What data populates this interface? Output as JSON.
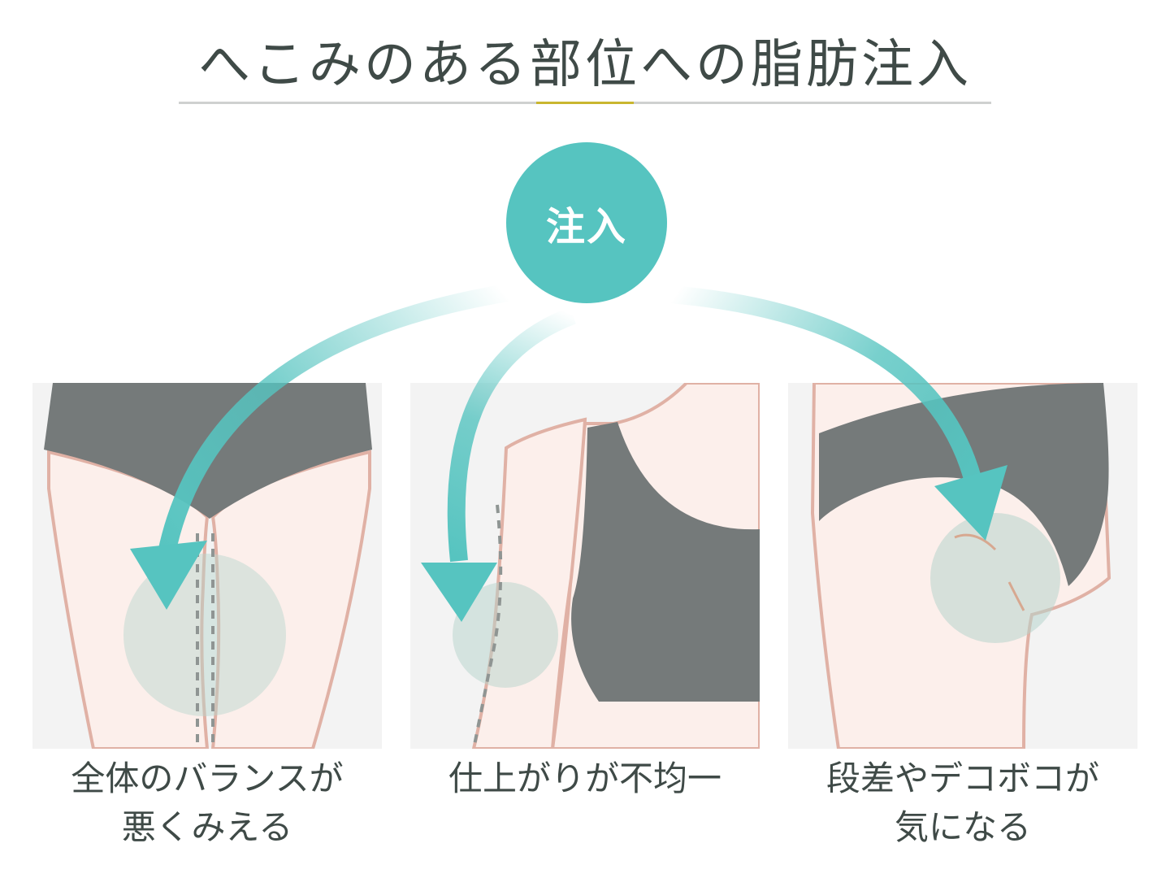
{
  "title": "へこみのある部位への脂肪注入",
  "inject": {
    "label": "注入"
  },
  "panels": [
    {
      "caption": [
        "全体のバランスが",
        "悪くみえる"
      ]
    },
    {
      "caption": [
        "仕上がりが不均一"
      ]
    },
    {
      "caption": [
        "段差やデコボコが",
        "気になる"
      ]
    }
  ],
  "colors": {
    "accent": "#56c4c0",
    "skin": "#fcefeb",
    "skin_outline": "#e0b1a5",
    "garment": "#757a7a",
    "title_text": "#3f4a47",
    "rule": "#cfd1d0",
    "rule_accent": "#c9b62f",
    "panel_bg": "#f3f3f3"
  }
}
